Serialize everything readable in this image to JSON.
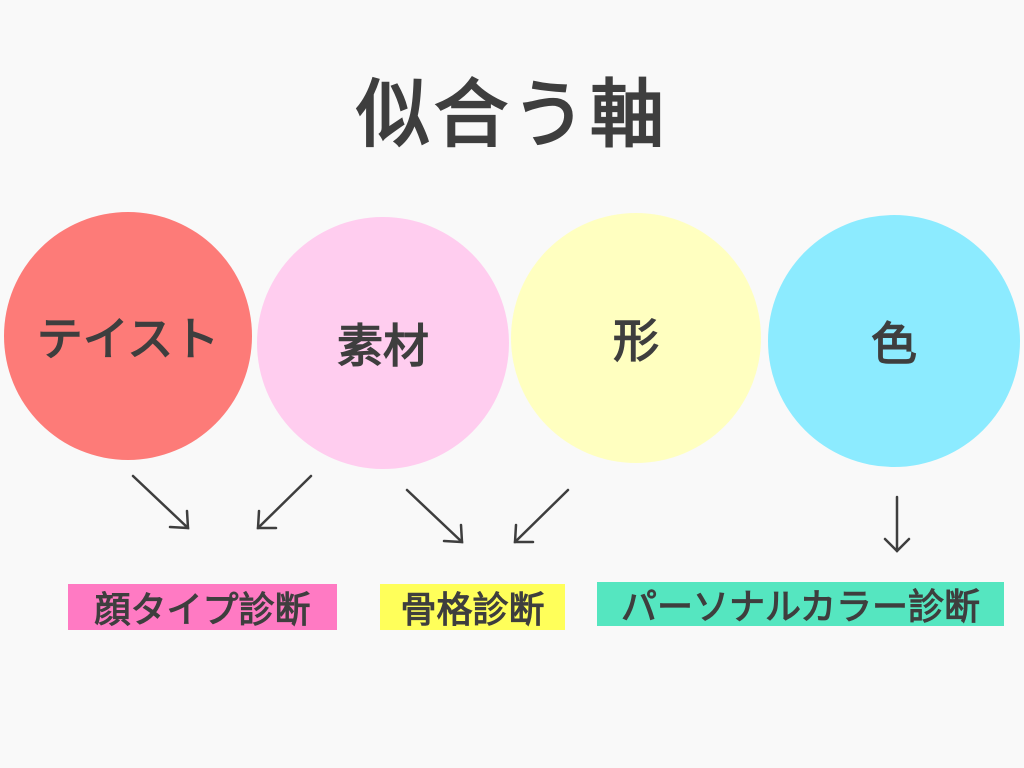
{
  "title": "似合う軸",
  "axes": [
    {
      "label": "テイスト",
      "color": "#fd7b78"
    },
    {
      "label": "素材",
      "color": "#ffcdef"
    },
    {
      "label": "形",
      "color": "#ffffc0"
    },
    {
      "label": "色",
      "color": "#8cebff"
    }
  ],
  "diagnoses": [
    {
      "label": "顔タイプ診断",
      "color": "#ff7ac3"
    },
    {
      "label": "骨格診断",
      "color": "#ffff5a"
    },
    {
      "label": "パーソナルカラー診断",
      "color": "#55e6c0"
    }
  ]
}
